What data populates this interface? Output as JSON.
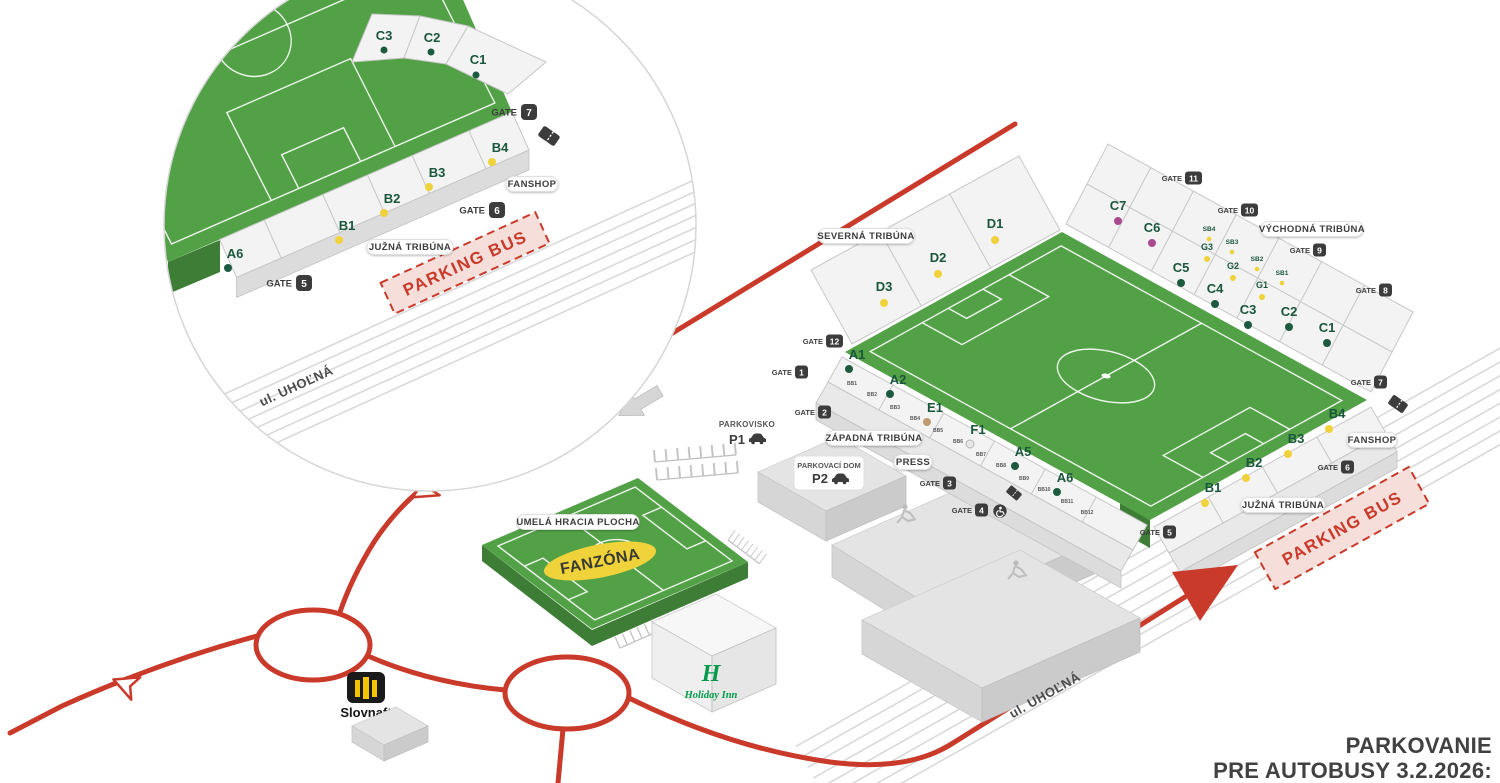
{
  "footer": {
    "line1": "PARKOVANIE",
    "line2": "PRE AUTOBUSY 3.2.2026:"
  },
  "labels": {
    "gate": "GATE",
    "fanshop": "FANSHOP",
    "press": "PRESS",
    "parking_bus": "PARKING BUS",
    "street": "ul. UHOĽNÁ",
    "juzna_tribuna": "JUŽNÁ TRIBÚNA",
    "severna_tribuna": "SEVERNÁ TRIBÚNA",
    "vychodna_tribuna": "VÝCHODNÁ TRIBÚNA",
    "zapadna_tribuna": "ZÁPADNÁ TRIBÚNA",
    "umela_hracia_plocha": "UMELÁ HRACIA PLOCHA",
    "fanzona": "FANZÓNA",
    "parkovisko": "PARKOVISKO",
    "p1": "P1",
    "parkovaci_dom": "PARKOVACÍ DOM",
    "p2": "P2",
    "holiday_inn": "Holiday Inn",
    "holiday_inn_mark": "H",
    "slovnaft": "Slovnaft"
  },
  "gates": {
    "g1": "1",
    "g2": "2",
    "g3": "3",
    "g4": "4",
    "g5": "5",
    "g6": "6",
    "g7": "7",
    "g8": "8",
    "g9": "9",
    "g10": "10",
    "g11": "11",
    "g12": "12"
  },
  "inset": {
    "c_sections": [
      "C3",
      "C2",
      "C1"
    ],
    "b_sections": [
      "B4",
      "B3",
      "B2",
      "B1"
    ],
    "a_section": "A6"
  },
  "stadium": {
    "north": [
      "D3",
      "D2",
      "D1"
    ],
    "east_c": [
      "C7",
      "C6",
      "C5",
      "C4",
      "C3",
      "C2",
      "C1"
    ],
    "east_g": [
      "G3",
      "G2",
      "G1"
    ],
    "east_sb": [
      "SB4",
      "SB3",
      "SB2",
      "SB1"
    ],
    "west": [
      "A1",
      "A2",
      "E1",
      "F1",
      "A5",
      "A6"
    ],
    "west_small": [
      "BB1",
      "BB2",
      "BB3",
      "BB4",
      "BB5",
      "BB6",
      "BB7",
      "BB8",
      "BB9",
      "BB10",
      "BB11",
      "BB12"
    ],
    "south": [
      "B1",
      "B2",
      "B3",
      "B4"
    ]
  },
  "colors": {
    "route_red": "#c93a2a",
    "pitch_green": "#53a147",
    "section_green": "#19563c",
    "marker_yellow": "#f0d23a",
    "marker_magenta": "#a94b8f"
  }
}
